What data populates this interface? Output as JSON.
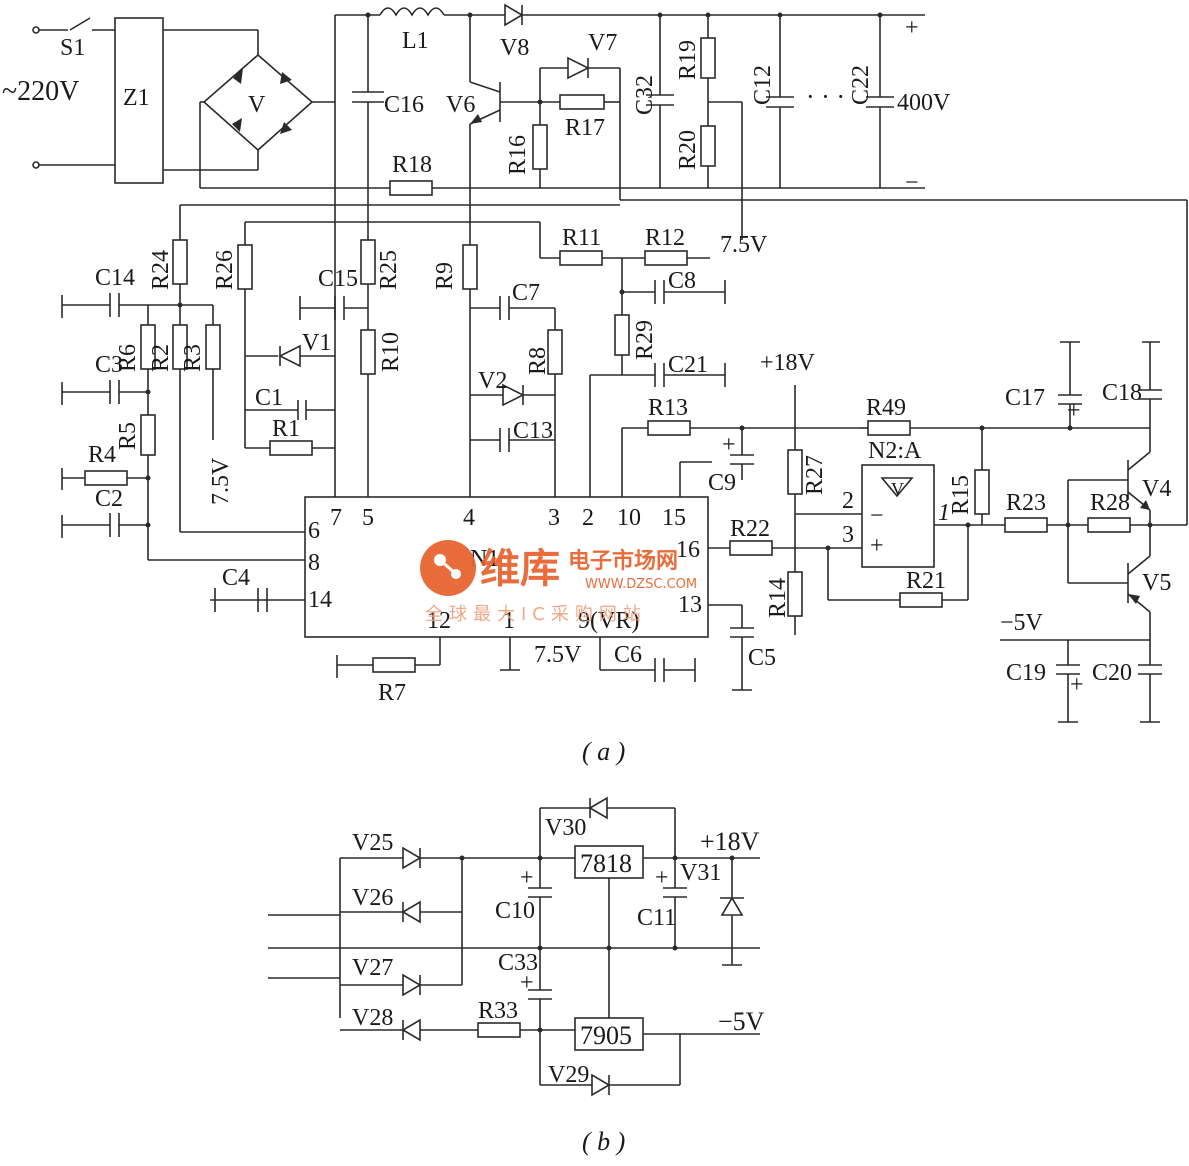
{
  "labels_a": {
    "S1": "S1",
    "ac": "~220V",
    "Z1": "Z1",
    "V": "V",
    "L1": "L1",
    "V8": "V8",
    "V7": "V7",
    "V6": "V6",
    "C16": "C16",
    "R16": "R16",
    "R17": "R17",
    "C32": "C32",
    "R19": "R19",
    "R20": "R20",
    "C12": "C12",
    "dots": "· · ·",
    "C22": "C22",
    "v400": "400V",
    "plus": "+",
    "minus": "−",
    "R18": "R18",
    "R24": "R24",
    "R26": "R26",
    "R25": "R25",
    "R9": "R9",
    "R11": "R11",
    "R12": "R12",
    "v75a": "7.5V",
    "C8": "C8",
    "C14": "C14",
    "C15": "C15",
    "C7": "C7",
    "R6": "R6",
    "R2": "R2",
    "R3": "R3",
    "V1": "V1",
    "R10": "R10",
    "V2": "V2",
    "R8": "R8",
    "R29": "R29",
    "C21": "C21",
    "v18a": "+18V",
    "C3": "C3",
    "C1": "C1",
    "R1": "R1",
    "C13": "C13",
    "R13": "R13",
    "R49": "R49",
    "C17": "C17",
    "C18": "C18",
    "R5": "R5",
    "v75b": "7.5V",
    "N2A": "N2:A",
    "C9": "C9",
    "R27": "R27",
    "R15": "R15",
    "V4": "V4",
    "R4": "R4",
    "C2": "C2",
    "R22": "R22",
    "R23": "R23",
    "R28": "R28",
    "V5": "V5",
    "C4": "C4",
    "R14": "R14",
    "R21": "R21",
    "vm5a": "−5V",
    "C19": "C19",
    "C20": "C20",
    "C5": "C5",
    "C6": "C6",
    "v75c": "7.5V",
    "VR": "9(VR)",
    "R7": "R7",
    "N1": "N1",
    "opamp": "V",
    "op_minus": "−",
    "op_plus": "+"
  },
  "pins": {
    "p6": "6",
    "p7": "7",
    "p5": "5",
    "p4": "4",
    "p3": "3",
    "p2": "2",
    "p10": "10",
    "p15": "15",
    "p16": "16",
    "p8": "8",
    "p14": "14",
    "p12": "12",
    "p1": "1",
    "p13": "13",
    "op2": "2",
    "op3": "3",
    "op1": "1"
  },
  "labels_b": {
    "V25": "V25",
    "V26": "V26",
    "V27": "V27",
    "V28": "V28",
    "V30": "V30",
    "V29": "V29",
    "V31": "V31",
    "C10": "C10",
    "C11": "C11",
    "C33": "C33",
    "R33": "R33",
    "reg1": "7818",
    "reg2": "7905",
    "v18": "+18V",
    "vm5": "−5V"
  },
  "captions": {
    "a": "( a )",
    "b": "( b )"
  },
  "watermark": {
    "brand": "维库",
    "title": "电子市场网",
    "url": "WWW.DZSC.COM",
    "slogan": "全球最大IC采购网站"
  },
  "colors": {
    "ink": "#2a2a2a",
    "watermark": "#e8612c"
  }
}
